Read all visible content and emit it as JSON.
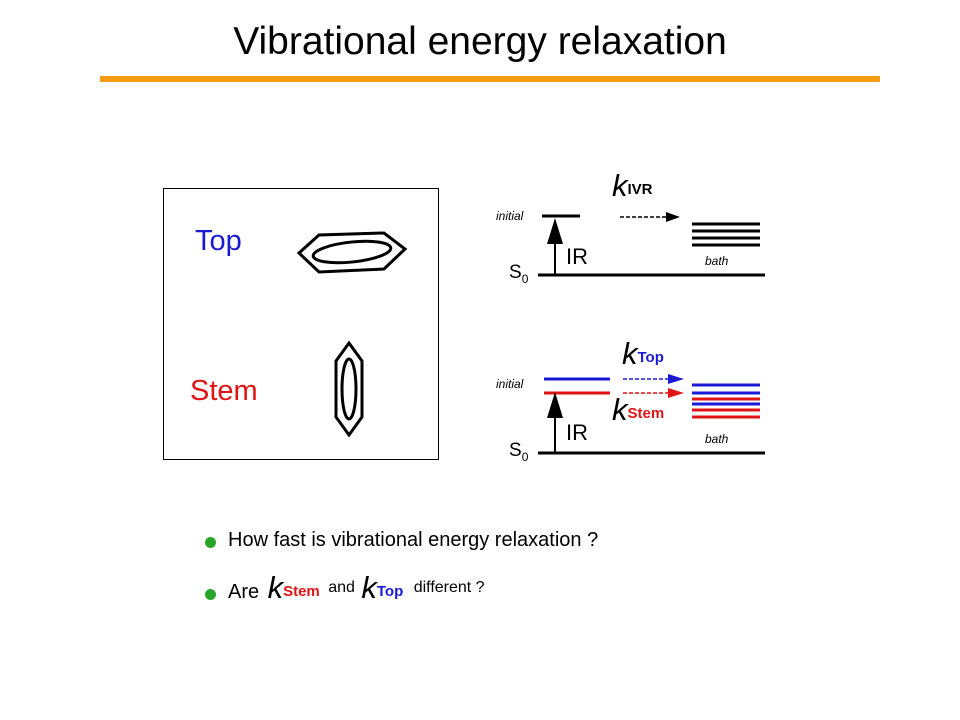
{
  "title": "Vibrational energy relaxation",
  "colors": {
    "rule": "#f39c12",
    "blue": "#1a1ad6",
    "red": "#e01414",
    "bullet": "#2aa52a",
    "black": "#000000"
  },
  "molecule_panel": {
    "top_label": "Top",
    "stem_label": "Stem"
  },
  "diagram_top": {
    "initial": "initial",
    "ground_base": "S",
    "ground_sub": "0",
    "ir": "IR",
    "k": "k",
    "k_sub": "IVR",
    "bath": "bath"
  },
  "diagram_bottom": {
    "initial": "initial",
    "ground_base": "S",
    "ground_sub": "0",
    "ir": "IR",
    "k_top": "k",
    "k_top_sub": "Top",
    "k_stem": "k",
    "k_stem_sub": "Stem",
    "bath": "bath"
  },
  "bullets": {
    "q1": "How fast is vibrational energy relaxation ?",
    "q2_prefix": "Are",
    "q2_k1": "k",
    "q2_k1_sub": "Stem",
    "q2_and": "and",
    "q2_k2": "k",
    "q2_k2_sub": "Top",
    "q2_suffix": "different ?"
  }
}
